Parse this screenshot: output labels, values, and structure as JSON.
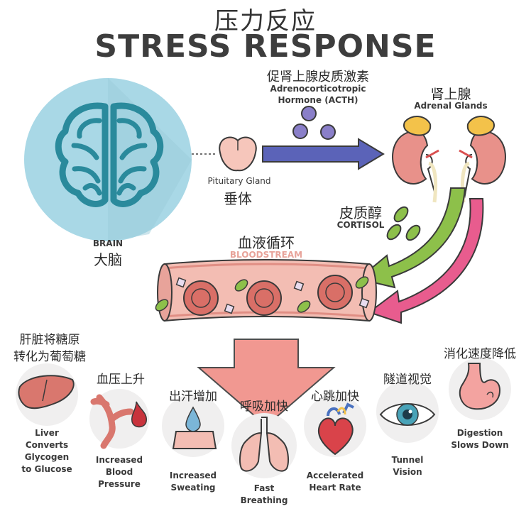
{
  "title": {
    "cn": "压力反应",
    "en": "STRESS RESPONSE"
  },
  "brain": {
    "en": "BRAIN",
    "cn": "大脑"
  },
  "pituitary": {
    "en": "Pituitary Gland",
    "cn": "垂体"
  },
  "acth": {
    "cn": "促肾上腺皮质激素",
    "en_line1": "Adrenocorticotropic",
    "en_line2": "Hormone (ACTH)"
  },
  "adrenal": {
    "cn": "肾上腺",
    "en": "Adrenal Glands"
  },
  "cortisol": {
    "cn": "皮质醇",
    "en": "CORTISOL"
  },
  "bloodstream": {
    "cn": "血液循环",
    "en": "BLOODSTREAM"
  },
  "effects": [
    {
      "cn_line1": "肝脏将糖原",
      "cn_line2": "转化为葡萄糖",
      "en_line1": "Liver",
      "en_line2": "Converts",
      "en_line3": "Glycogen",
      "en_line4": "to Glucose",
      "icon": "liver-icon"
    },
    {
      "cn_line1": "血压上升",
      "en_line1": "Increased",
      "en_line2": "Blood",
      "en_line3": "Pressure",
      "icon": "blood-vessel-icon"
    },
    {
      "cn_line1": "出汗增加",
      "en_line1": "Increased",
      "en_line2": "Sweating",
      "icon": "sweat-drop-icon"
    },
    {
      "cn_line1": "呼吸加快",
      "en_line1": "Fast",
      "en_line2": "Breathing",
      "icon": "lungs-icon"
    },
    {
      "cn_line1": "心跳加快",
      "en_line1": "Accelerated",
      "en_line2": "Heart Rate",
      "icon": "heart-icon"
    },
    {
      "cn_line1": "隧道视觉",
      "en_line1": "Tunnel",
      "en_line2": "Vision",
      "icon": "eye-icon"
    },
    {
      "cn_line1": "消化速度降低",
      "en_line1": "Digestion",
      "en_line2": "Slows Down",
      "icon": "stomach-icon"
    }
  ],
  "colors": {
    "brain": "#2a8a9c",
    "brain_bg": "#a9d8e6",
    "acth_arrow": "#5b63b8",
    "cortisol_green": "#8dc04a",
    "cortisol_pink": "#e85c8e",
    "vessel": "#e8a39a",
    "down_arrow": "#f08d86"
  }
}
